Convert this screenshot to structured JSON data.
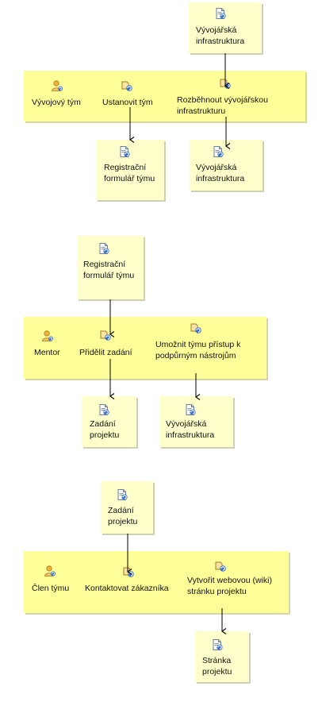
{
  "diagram": {
    "group1": {
      "input_artifact": "Vývojářská infrastruktura",
      "role": "Vývojový tým",
      "tasks": [
        "Ustanovit tým",
        "Rozběhnout vývojářskou infrastrukturu"
      ],
      "outputs": [
        "Registrační formulář týmu",
        "Vývojářská infrastruktura"
      ]
    },
    "group2": {
      "input_artifact": "Registrační formulář týmu",
      "role": "Mentor",
      "tasks": [
        "Přidělit zadání",
        "Umožnit týmu přístup k podpůrným nástrojům"
      ],
      "outputs": [
        "Zadání projektu",
        "Vývojářská infrastruktura"
      ]
    },
    "group3": {
      "input_artifact": "Zadání projektu",
      "role": "Člen týmu",
      "tasks": [
        "Kontaktovat zákazníka",
        "Vytvořit webovou (wiki) stránku projektu"
      ],
      "outputs": [
        "Stránka projektu"
      ]
    }
  },
  "icons": {
    "artifact": "document-artifact-icon",
    "role": "role-person-icon",
    "task": "task-icon"
  },
  "colors": {
    "artifact_fill": "#ffffcc",
    "lane_fill": "#ffff99",
    "arrow": "#000000",
    "role_head": "#f2b43a",
    "icon_blue": "#2f62b6"
  }
}
